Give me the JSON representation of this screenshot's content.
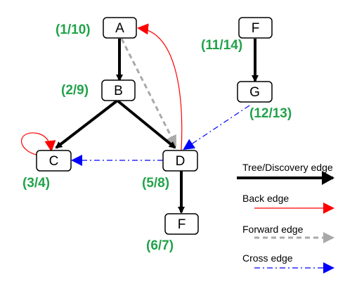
{
  "colors": {
    "tree": "#000000",
    "back": "#ff0000",
    "forward": "#a9a9a9",
    "cross": "#0000ff",
    "time": "#22a24a",
    "node_border": "#000000",
    "node_fill": "#ffffff"
  },
  "nodes": [
    {
      "id": "A",
      "label": "A",
      "times": "(1/10)"
    },
    {
      "id": "B",
      "label": "B",
      "times": "(2/9)"
    },
    {
      "id": "C",
      "label": "C",
      "times": "(3/4)"
    },
    {
      "id": "D",
      "label": "D",
      "times": "(5/8)"
    },
    {
      "id": "F1",
      "label": "F",
      "times": "(6/7)"
    },
    {
      "id": "F2",
      "label": "F",
      "times": "(11/14)"
    },
    {
      "id": "G",
      "label": "G",
      "times": "(12/13)"
    }
  ],
  "edges": [
    {
      "from": "A",
      "to": "B",
      "type": "tree"
    },
    {
      "from": "B",
      "to": "C",
      "type": "tree"
    },
    {
      "from": "B",
      "to": "D",
      "type": "tree"
    },
    {
      "from": "D",
      "to": "F1",
      "type": "tree"
    },
    {
      "from": "F2",
      "to": "G",
      "type": "tree"
    },
    {
      "from": "D",
      "to": "A",
      "type": "back"
    },
    {
      "from": "C",
      "to": "C",
      "type": "back"
    },
    {
      "from": "A",
      "to": "D",
      "type": "forward"
    },
    {
      "from": "D",
      "to": "C",
      "type": "cross"
    },
    {
      "from": "G",
      "to": "D",
      "type": "cross"
    }
  ],
  "legend": [
    {
      "label": "Tree/Discovery edge",
      "type": "tree"
    },
    {
      "label": "Back edge",
      "type": "back"
    },
    {
      "label": "Forward edge",
      "type": "forward"
    },
    {
      "label": "Cross edge",
      "type": "cross"
    }
  ]
}
